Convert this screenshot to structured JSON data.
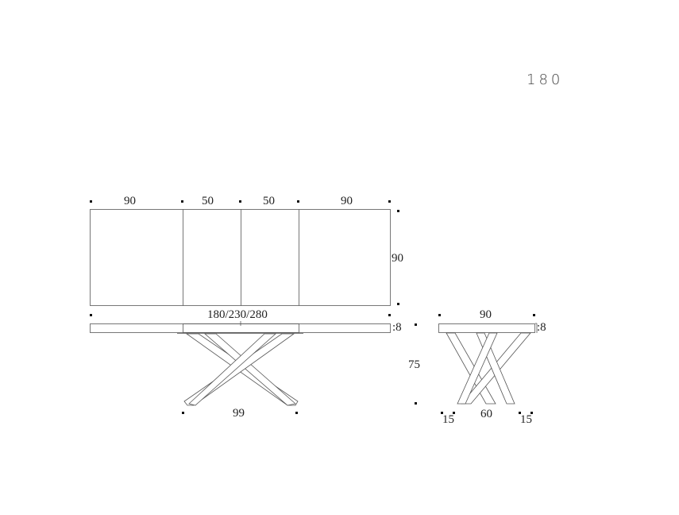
{
  "title": "180",
  "top_view": {
    "section_widths": [
      "90",
      "50",
      "50",
      "90"
    ],
    "depth": "90",
    "total_length": "180/230/280"
  },
  "front_view": {
    "top_thickness": "8",
    "leg_span": "99"
  },
  "side_view": {
    "width": "90",
    "top_thickness": "8",
    "height": "75",
    "leg_span": "60",
    "left_offset": "15",
    "right_offset": "15"
  },
  "colors": {
    "line": "#555555",
    "text": "#222222",
    "background": "#ffffff"
  }
}
